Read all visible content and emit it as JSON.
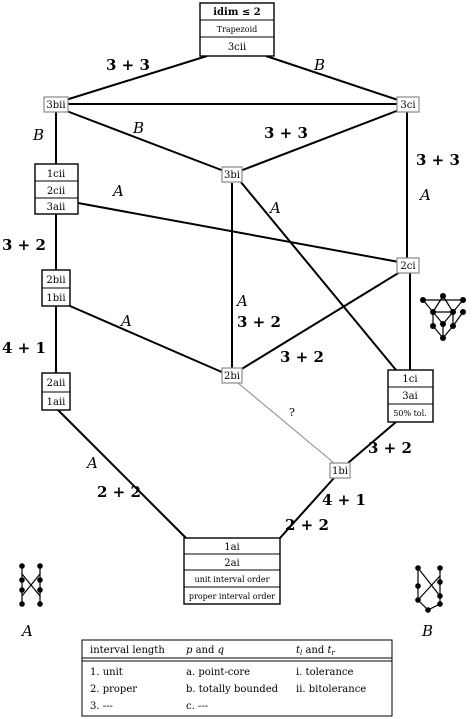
{
  "nodes": {
    "top": [
      "idim ≤ 2",
      "Trapezoid",
      "3cii"
    ],
    "n3bii": "3bii",
    "n3ci": "3ci",
    "n3bi": "3bi",
    "left1": [
      "1cii",
      "2cii",
      "3aii"
    ],
    "n2ci": "2ci",
    "left2": [
      "2bii",
      "1bii"
    ],
    "left3": [
      "2aii",
      "1aii"
    ],
    "n2bi": "2bi",
    "right1": [
      "1ci",
      "3ai",
      "50% tol."
    ],
    "n1bi": "1bi",
    "bottom": [
      "1ai",
      "2ai",
      "unit interval order",
      "proper interval order"
    ]
  },
  "edge_labels": {
    "top_left": "3 + 3",
    "top_right": "B",
    "left_b": "B",
    "mid_b": "B",
    "mid_33": "3 + 3",
    "right_33": "3 + 3",
    "right_a": "A",
    "a_upper": "A",
    "a_long": "A",
    "left_32": "3 + 2",
    "center_a": "A",
    "center_32": "3 + 2",
    "left_a": "A",
    "left_41": "4 + 1",
    "mid_32b": "3 + 2",
    "question": "?",
    "right_32": "3 + 2",
    "bottom_a": "A",
    "bottom_22": "2 + 2",
    "right_41": "4 + 1",
    "right_22": "2 + 2"
  },
  "graph_labels": {
    "left": "A",
    "right": "B"
  },
  "legend": {
    "headers": [
      "interval length",
      "p and q",
      "t_l and t_r"
    ],
    "rows": [
      [
        "1. unit",
        "a. point-core",
        "i. tolerance"
      ],
      [
        "2. proper",
        "b. totally bounded",
        "ii. bitolerance"
      ],
      [
        "3. ---",
        "c. ---",
        ""
      ]
    ]
  }
}
